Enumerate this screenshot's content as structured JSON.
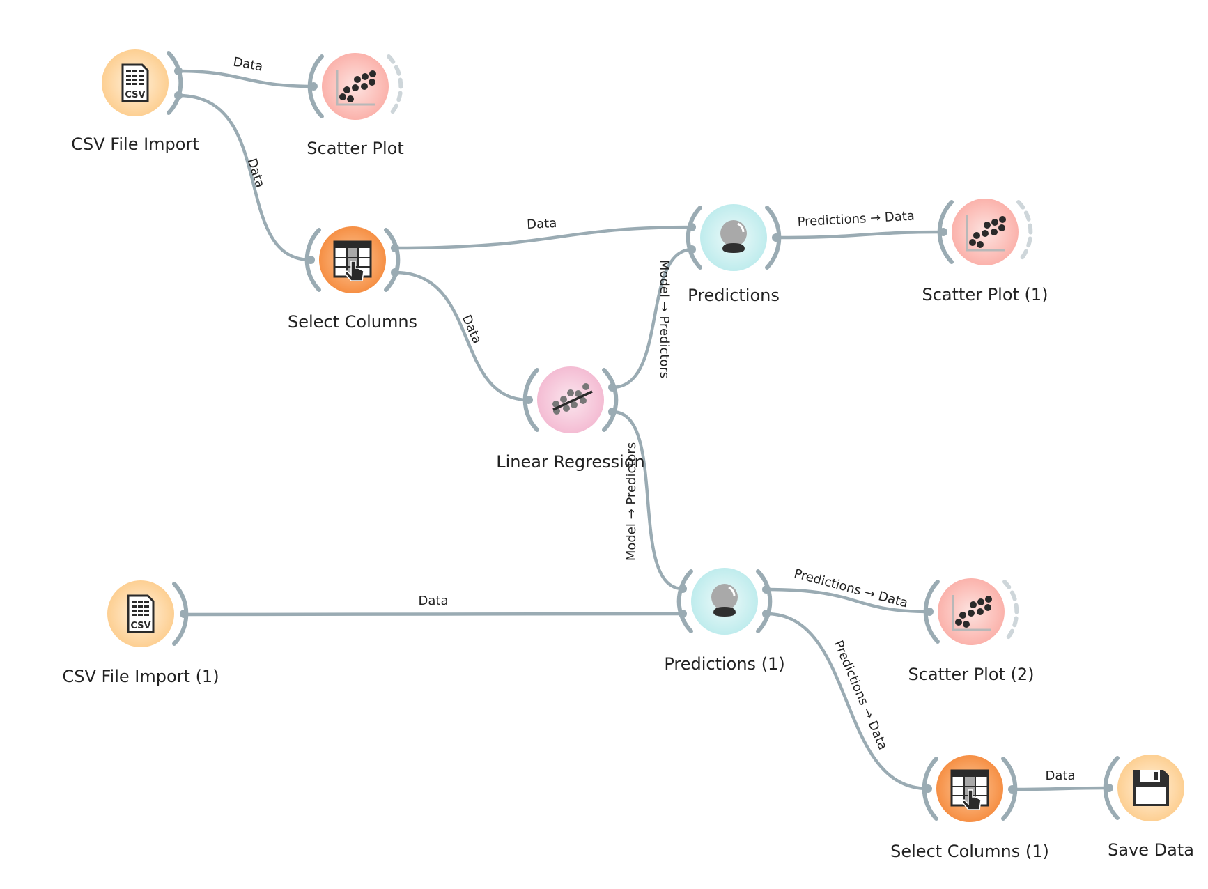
{
  "canvas": {
    "title": "Workflow canvas"
  },
  "colors": {
    "link": "#9aabb3",
    "data_widget": "#fdd6a0",
    "visualize_widget": "#fbbab4",
    "transform_widget": "#f7994f",
    "evaluate_widget": "#c6eff0",
    "model_widget": "#f6c5d9"
  },
  "nodes": [
    {
      "id": "csv1",
      "label": "CSV File Import",
      "icon": "csv-file-icon",
      "category": "data"
    },
    {
      "id": "scatter1",
      "label": "Scatter Plot",
      "icon": "scatter-plot-icon",
      "category": "visualize"
    },
    {
      "id": "select1",
      "label": "Select Columns",
      "icon": "select-columns-icon",
      "category": "transform"
    },
    {
      "id": "pred1",
      "label": "Predictions",
      "icon": "crystal-ball-icon",
      "category": "evaluate"
    },
    {
      "id": "scatter2",
      "label": "Scatter Plot (1)",
      "icon": "scatter-plot-icon",
      "category": "visualize"
    },
    {
      "id": "linreg",
      "label": "Linear Regression",
      "icon": "linear-regression-icon",
      "category": "model"
    },
    {
      "id": "csv2",
      "label": "CSV File Import (1)",
      "icon": "csv-file-icon",
      "category": "data"
    },
    {
      "id": "pred2",
      "label": "Predictions (1)",
      "icon": "crystal-ball-icon",
      "category": "evaluate"
    },
    {
      "id": "scatter3",
      "label": "Scatter Plot (2)",
      "icon": "scatter-plot-icon",
      "category": "visualize"
    },
    {
      "id": "select2",
      "label": "Select Columns (1)",
      "icon": "select-columns-icon",
      "category": "transform"
    },
    {
      "id": "save",
      "label": "Save Data",
      "icon": "floppy-disk-icon",
      "category": "data"
    }
  ],
  "links": [
    {
      "from": "csv1",
      "to": "scatter1",
      "label": "Data"
    },
    {
      "from": "csv1",
      "to": "select1",
      "label": "Data"
    },
    {
      "from": "select1",
      "to": "pred1",
      "label": "Data"
    },
    {
      "from": "select1",
      "to": "linreg",
      "label": "Data"
    },
    {
      "from": "pred1",
      "to": "scatter2",
      "label": "Predictions → Data"
    },
    {
      "from": "linreg",
      "to": "pred1",
      "label": "Model → Predictors"
    },
    {
      "from": "linreg",
      "to": "pred2",
      "label": "Model → Predictors"
    },
    {
      "from": "csv2",
      "to": "pred2",
      "label": "Data"
    },
    {
      "from": "pred2",
      "to": "scatter3",
      "label": "Predictions → Data"
    },
    {
      "from": "pred2",
      "to": "select2",
      "label": "Predictions → Data"
    },
    {
      "from": "select2",
      "to": "save",
      "label": "Data"
    }
  ]
}
